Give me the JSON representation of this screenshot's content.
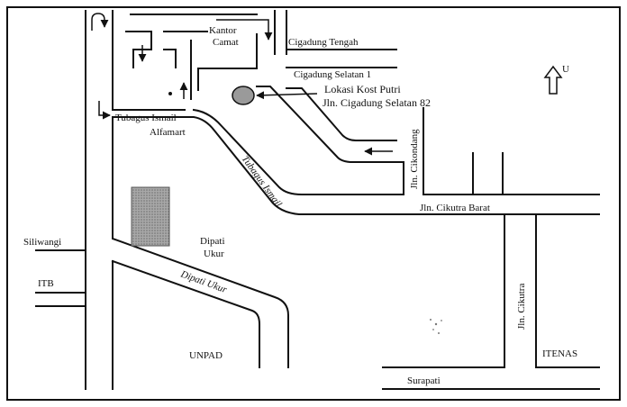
{
  "labels": {
    "kantor_camat_line1": "Kantor",
    "kantor_camat_line2": "Camat",
    "cigadung_tengah": "Cigadung Tengah",
    "cigadung_selatan": "Cigadung  Selatan 1",
    "lokasi_line1": "Lokasi Kost Putri",
    "lokasi_line2": "Jln. Cigadung Selatan 82",
    "tubagus_ismail_top": "Tubagus Ismail",
    "alfamart": "Alfamart",
    "tubagus_ismail_diagonal": "Tubagus Ismail",
    "jln_cikondang": "Jln. Cikondang",
    "jln_cikutra_barat": "Jln. Cikutra Barat",
    "siliwangi": "Siliwangi",
    "itb": "ITB",
    "dipati_ukur_area_line1": "Dipati",
    "dipati_ukur_area_line2": "Ukur",
    "dipati_ukur_road": "Dipati Ukur",
    "jln_cikutra": "Jln. Cikutra",
    "unpad": "UNPAD",
    "itenas": "ITENAS",
    "surapati": "Surapati",
    "north_letter": "U"
  },
  "colors": {
    "ink": "#111111",
    "location_marker": "#9a9a9a",
    "building_fill": "#8c8c8c",
    "background": "#ffffff"
  }
}
